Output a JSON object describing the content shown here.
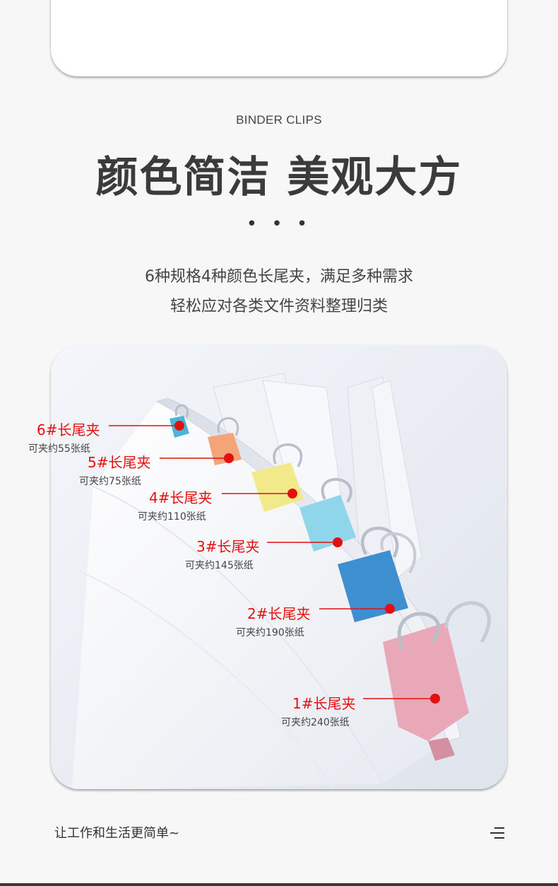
{
  "section": {
    "eyebrow": "BINDER CLIPS",
    "headline": "颜色简洁 美观大方",
    "dots": "• • •",
    "subtitle_line1": "6种规格4种颜色长尾夹，满足多种需求",
    "subtitle_line2": "轻松应对各类文件资料整理归类"
  },
  "callouts": [
    {
      "name": "6#长尾夹",
      "capacity": "可夹约55张纸"
    },
    {
      "name": "5#长尾夹",
      "capacity": "可夹约75张纸"
    },
    {
      "name": "4#长尾夹",
      "capacity": "可夹约110张纸"
    },
    {
      "name": "3#长尾夹",
      "capacity": "可夹约145张纸"
    },
    {
      "name": "2#长尾夹",
      "capacity": "可夹约190张纸"
    },
    {
      "name": "1#长尾夹",
      "capacity": "可夹约240张纸"
    }
  ],
  "footer": {
    "tagline": "让工作和生活更简单~",
    "menu_icon": "menu-icon"
  },
  "colors": {
    "accent_red": "#e3100f",
    "clip_pink": "#e8a8b8",
    "clip_blue": "#3d8fd0",
    "clip_cyan": "#8fd6ea",
    "clip_yellow": "#f2ea8a",
    "clip_orange": "#f3a577",
    "clip_sky": "#4cb4da"
  }
}
